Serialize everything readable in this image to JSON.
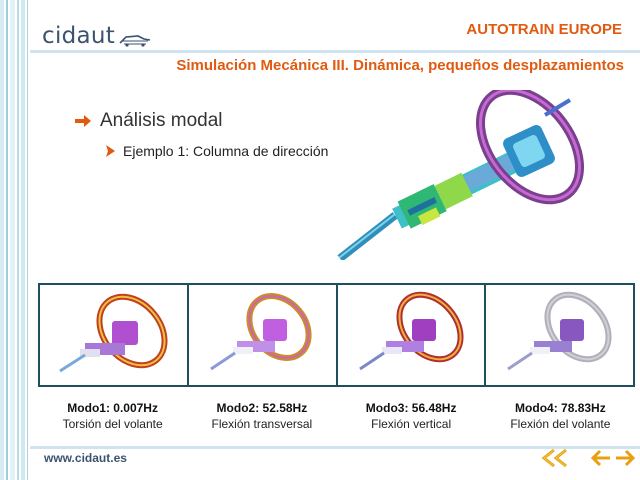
{
  "header": {
    "logo_text": "cidaut",
    "brand": "AUTOTRAIN EUROPE",
    "subtitle": "Simulación Mecánica III. Dinámica, pequeños desplazamientos"
  },
  "content": {
    "bullet1": "Análisis modal",
    "bullet2": "Ejemplo 1: Columna de dirección"
  },
  "modes": [
    {
      "title": "Modo1: 0.007Hz",
      "desc": "Torsión del volante"
    },
    {
      "title": "Modo2: 52.58Hz",
      "desc": "Flexión transversal"
    },
    {
      "title": "Modo3: 56.48Hz",
      "desc": "Flexión vertical"
    },
    {
      "title": "Modo4: 78.83Hz",
      "desc": "Flexión del volante"
    }
  ],
  "footer": {
    "url": "www.cidaut.es"
  },
  "navigation": {
    "icons": [
      "double-left-arrow-icon",
      "left-arrow-icon",
      "right-arrow-icon"
    ]
  },
  "colors": {
    "accent": "#e05a10",
    "logo": "#3c5370",
    "panel_border": "#1f4f5e"
  }
}
